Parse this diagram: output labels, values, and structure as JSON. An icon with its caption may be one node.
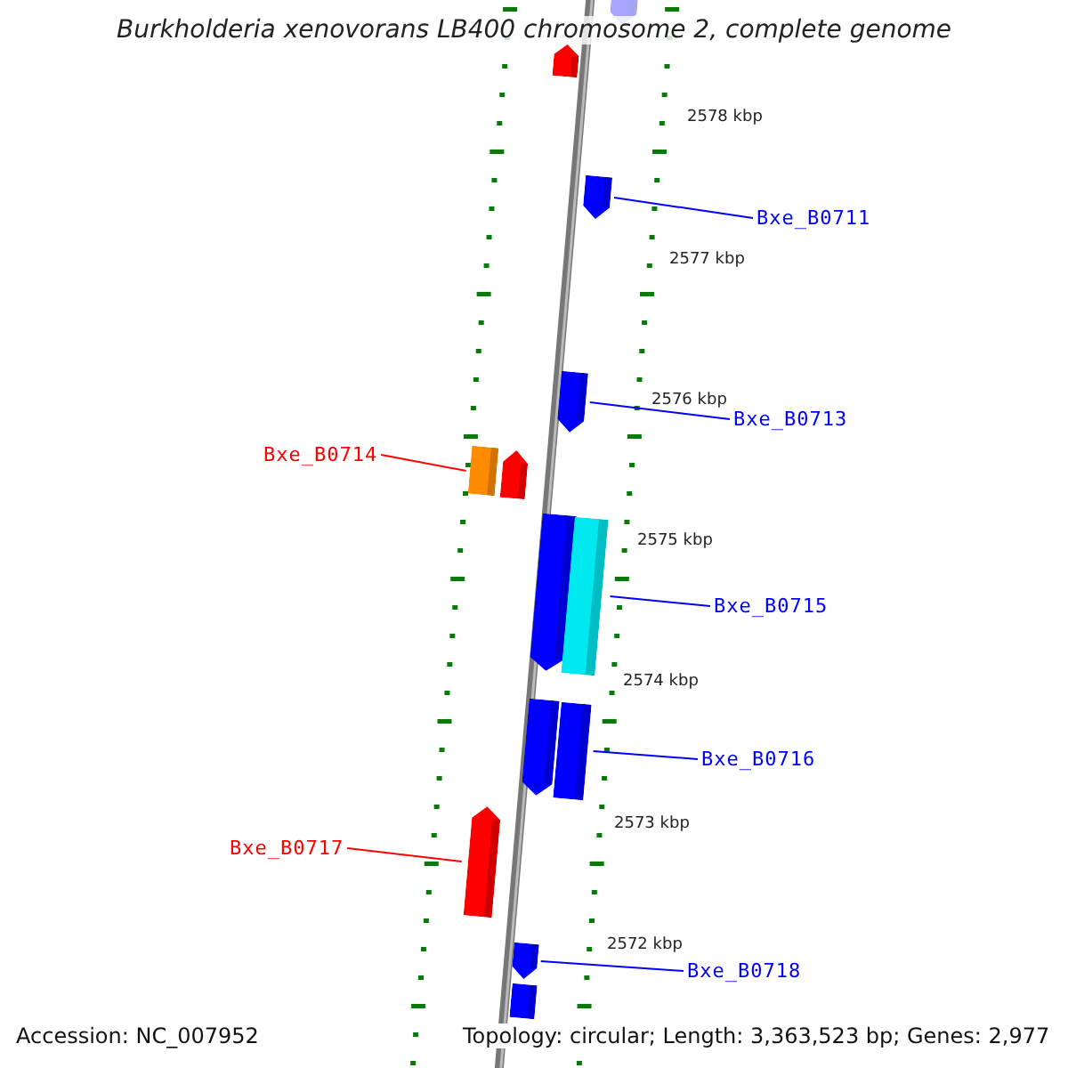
{
  "diagram": {
    "title": "Burkholderia xenovorans LB400 chromosome 2, complete genome",
    "nodes": [
      {
        "text": [],
        "shape": "bar"
      },
      {
        "text": [],
        "shape": "bar"
      },
      {
        "text": [
          "Bxe_B0711"
        ]
      },
      {
        "text": [],
        "shape": "bar"
      },
      {
        "text": [
          "Bxe_B0713"
        ]
      },
      {
        "text": [],
        "shape": "bar"
      },
      {
        "text": [
          "Bxe_B0714"
        ]
      },
      {
        "text": [],
        "shape": "bar"
      },
      {
        "text": [],
        "shape": "bar"
      },
      {
        "text": [],
        "shape": "bar"
      },
      {
        "text": [],
        "shape": "bar"
      },
      {
        "text": [
          "Bxe_B0715"
        ]
      },
      {
        "text": [],
        "shape": "bar"
      },
      {
        "text": [],
        "shape": "bar"
      },
      {
        "text": [
          "Bxe_B0716"
        ]
      },
      {
        "text": [
          "Bxe_B0717"
        ]
      },
      {
        "text": [],
        "shape": "bar"
      },
      {
        "text": [],
        "shape": "bar"
      },
      {
        "text": [
          "Bxe_B0718"
        ]
      },
      {
        "text": [],
        "shape": "bar"
      }
    ],
    "edges": [
      {
        "from": 2,
        "to": 3,
        "arrow": "none"
      },
      {
        "from": 4,
        "to": 5,
        "arrow": "none"
      },
      {
        "from": 6,
        "to": 7,
        "arrow": "none",
        "color": "#ff0000"
      },
      {
        "from": 11,
        "to": 10,
        "arrow": "none"
      },
      {
        "from": 14,
        "to": 13,
        "arrow": "none"
      },
      {
        "from": 15,
        "to": 16,
        "arrow": "none",
        "color": "#ff0000"
      },
      {
        "from": 18,
        "to": 17,
        "arrow": "none"
      }
    ],
    "labels": [
      "2578 kbp",
      "2577 kbp",
      "2576 kbp",
      "2575 kbp",
      "2574 kbp",
      "2573 kbp",
      "2572 kbp",
      "Accession: NC_007952",
      "Topology: circular; Length: 3,363,523 bp; Genes: 2,977"
    ]
  }
}
